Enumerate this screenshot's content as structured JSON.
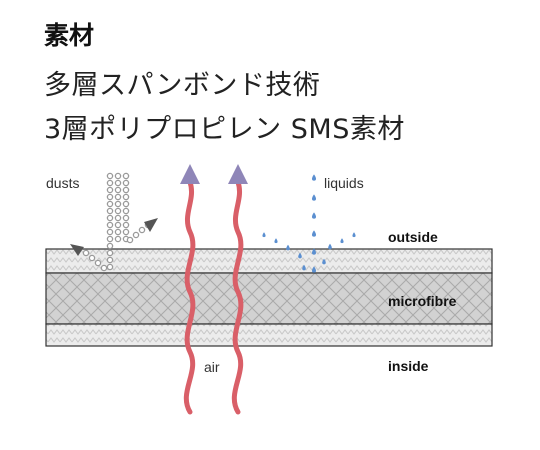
{
  "title": "素材",
  "subtitle_1": "多層スパンボンド技術",
  "subtitle_2": "3層ポリプロピレン SMS素材",
  "labels": {
    "dusts": "dusts",
    "liquids": "liquids",
    "outside": "outside",
    "microfibre": "microfibre",
    "inside": "inside",
    "air": "air"
  },
  "colors": {
    "air_arrow": "#d95f68",
    "air_arrow_head": "#8f86b8",
    "droplet": "#5b8fd0",
    "dust": "#999999",
    "layer_outer": "#e8e8e8",
    "layer_middle": "#cfcfcf",
    "layer_border": "#333333"
  },
  "icons": {
    "dust_particle": "circle-dot",
    "liquid_droplet": "droplet-icon",
    "air_flow": "wavy-up-arrow"
  }
}
